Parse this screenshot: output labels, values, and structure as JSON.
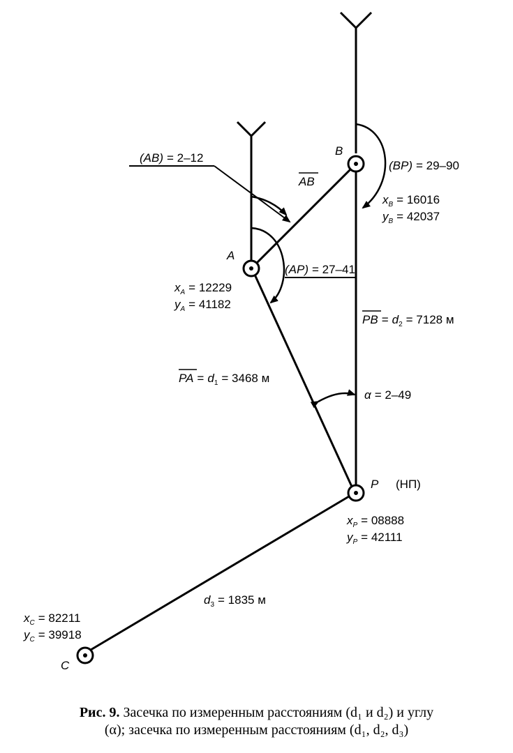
{
  "points": {
    "A": {
      "name": "A",
      "x_label": "x",
      "x_sub": "A",
      "x_value": "= 12229",
      "y_label": "y",
      "y_sub": "A",
      "y_value": "= 41182"
    },
    "B": {
      "name": "B",
      "x_label": "x",
      "x_sub": "B",
      "x_value": "= 16016",
      "y_label": "y",
      "y_sub": "B",
      "y_value": "= 42037"
    },
    "P": {
      "name": "P",
      "note": "(НП)",
      "x_label": "x",
      "x_sub": "P",
      "x_value": "= 08888",
      "y_label": "y",
      "y_sub": "P",
      "y_value": "= 42111"
    },
    "C": {
      "name": "C",
      "x_label": "x",
      "x_sub": "C",
      "x_value": "= 82211",
      "y_label": "y",
      "y_sub": "C",
      "y_value": "= 39918"
    }
  },
  "angles": {
    "AB": {
      "name": "(AB)",
      "value": "= 2–12"
    },
    "BP": {
      "name": "(BP)",
      "value": "= 29–90"
    },
    "AP": {
      "name": "(AP)",
      "value": "= 27–41"
    },
    "alpha": {
      "symbol": "α",
      "value": "= 2–49"
    }
  },
  "distances": {
    "AB_vec": "AB",
    "PB": {
      "vec": "PB",
      "eq": "=",
      "d": "d",
      "sub": "2",
      "value": "= 7128 м"
    },
    "PA": {
      "vec": "PA",
      "eq": "=",
      "d": "d",
      "sub": "1",
      "value": "= 3468 м"
    },
    "d3": {
      "d": "d",
      "sub": "3",
      "value": "= 1835 м"
    }
  },
  "caption": {
    "fig": "Рис. 9.",
    "line1_rest": " Засечка по измеренным расстояниям (d₁ и d₂) и углу",
    "line2": "(α); засечка по измеренным расстояниям (d₁, d₂, d₃)"
  }
}
